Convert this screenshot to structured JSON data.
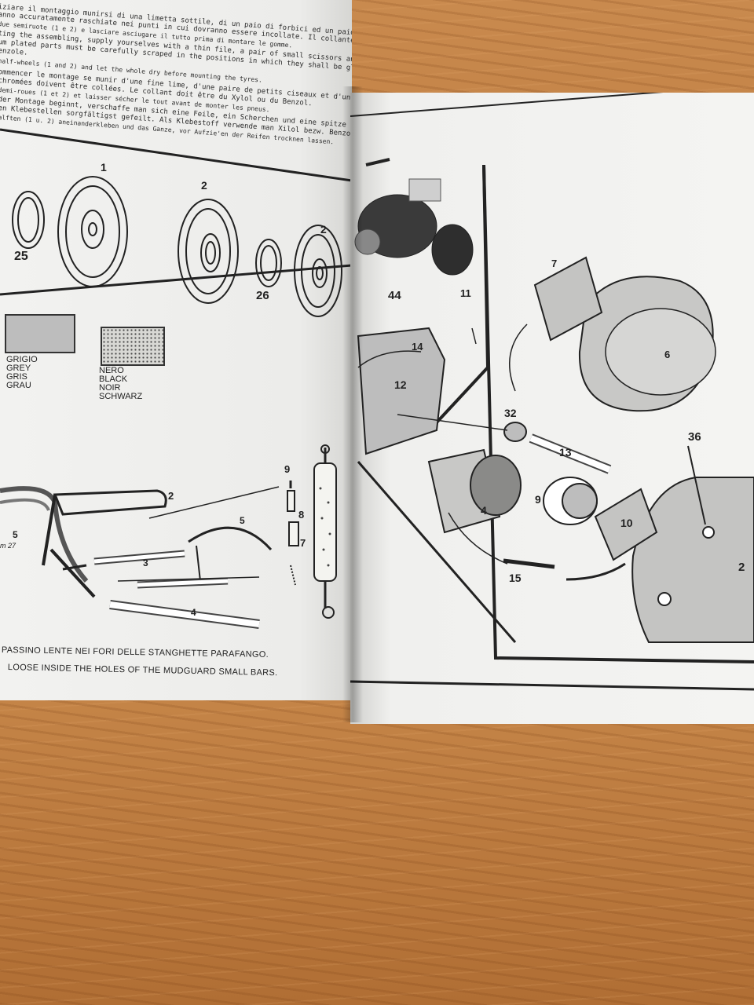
{
  "instructions": {
    "it_1": "iziare il montaggio munirsi di una limetta sottile, di un paio di forbici ed un paio diprinalle & punte. Le parti",
    "it_2": "anno accuratamente raschiate nei punti in cui dovranno essere incollate. Il collante deve essere Xilolo",
    "it_3": "due semiruote (1 e 2) e lasciare asciugare il tutto prima di montare le gomme.",
    "en_1": "ting the assembling, supply yourselves with a thin file, a pair of small scissors and a pair of pointed",
    "en_2": "um plated parts must be carefully scraped in the positions in which they shall be glued. The glue must be",
    "en_3": "enzole.",
    "en_4": "half-wheels (1 and 2) and let the whole dry before mounting the tyres.",
    "fr_1": "ommencer le montage se munir d'une fine lime, d'une paire de petits ciseaux et d'une paire de pinces à pointes",
    "fr_2": "chromées doivent être collées. Le collant doit être du Xylol ou du Benzol.",
    "fr_3": "demi-roues (1 et 2) et laisser sécher le tout avant de monter les pneus.",
    "de_1": "der Montage beginnt, verschaffe man sich eine Feile, ein Scherchen und eine spitze Zange. Die verchromten",
    "de_2": "en Klebestellen sorgfältigst gefeilt. Als Klebestoff verwende man Xilol bezw. Benzol bezw.",
    "de_3": "alften (1 u. 2) aneinanderkleben und das Ganze, vor Aufzie'en der Reifen trocknen lassen."
  },
  "colors": {
    "grey": [
      "GRIGIO",
      "GREY",
      "GRIS",
      "GRAU"
    ],
    "black": [
      "NERO",
      "BLACK",
      "NOIR",
      "SCHWARZ"
    ]
  },
  "left_part_numbers": {
    "p1": "1",
    "p2a": "2",
    "p2b": "2",
    "p25": "25",
    "p26": "26",
    "p9": "9",
    "p8": "8",
    "p7": "7",
    "p2c": "2",
    "p5a": "5",
    "p5b": "5",
    "p3": "3",
    "p4": "4",
    "m27": "m 27"
  },
  "right_part_numbers": {
    "p44": "44",
    "p11": "11",
    "p14": "14",
    "p12": "12",
    "p7": "7",
    "p6": "6",
    "p32": "32",
    "p13": "13",
    "p36": "36",
    "p4": "4",
    "p9": "9",
    "p10": "10",
    "p15": "15",
    "p2": "2"
  },
  "footer": {
    "it": "PASSINO LENTE NEI FORI DELLE STANGHETTE PARAFANGO.",
    "en": "LOOSE INSIDE THE HOLES OF THE MUDGUARD SMALL BARS."
  },
  "palette": {
    "ink": "#222222",
    "grey_part": "#bdbdbd",
    "paper": "#f2f2f0",
    "wood": "#b9773c"
  }
}
